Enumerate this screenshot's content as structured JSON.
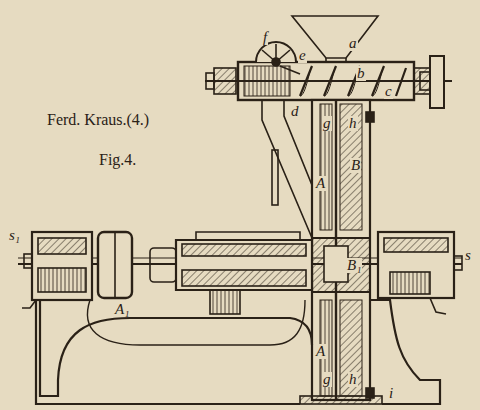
{
  "diagram": {
    "labels": [
      "Ferd. Kraus.(4.)",
      "Fig.4.",
      "a",
      "f",
      "e",
      "b",
      "c",
      "d",
      "g",
      "h",
      "A",
      "B",
      "s₁",
      "A₁",
      "B₁",
      "s",
      "A",
      "g",
      "h",
      "i"
    ]
  }
}
